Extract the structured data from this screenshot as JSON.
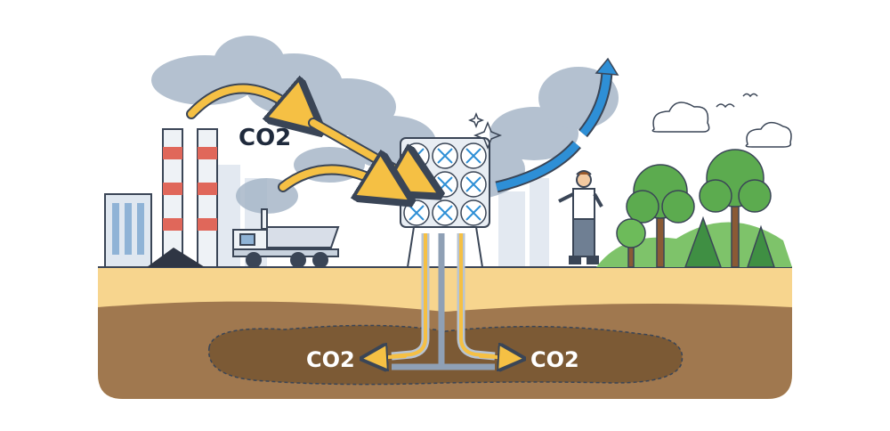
{
  "labels": {
    "sky_co2": "CO2",
    "underground_left_co2": "CO2",
    "underground_right_co2": "CO2"
  },
  "colors": {
    "ground_light": "#f7d58e",
    "ground_dark": "#a0784f",
    "reservoir": "#7c5a35",
    "smoke": "#a7b7c8",
    "arrow_yellow": "#f5c044",
    "arrow_blue": "#2e8fd6",
    "tree_green": "#5cab4f",
    "outline": "#3a4556"
  }
}
